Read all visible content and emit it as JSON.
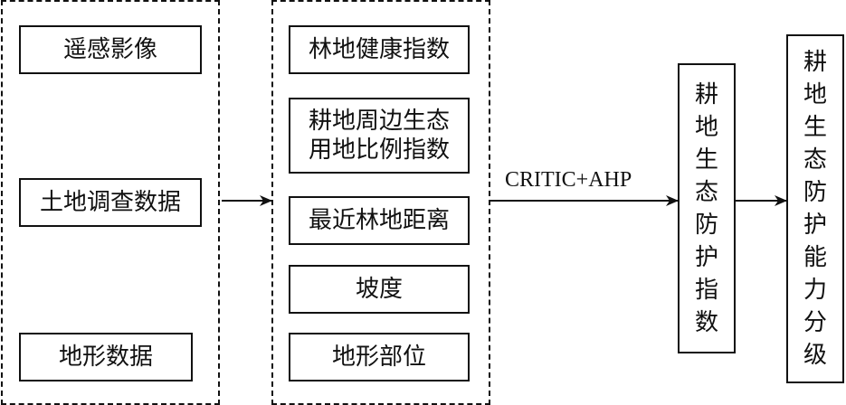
{
  "data_sources": {
    "items": [
      "遥感影像",
      "土地调查数据",
      "地形数据"
    ]
  },
  "indicators": {
    "items": [
      "林地健康指数",
      "耕地周边生态用地比例指数",
      "最近林地距离",
      "坡度",
      "地形部位"
    ],
    "line_break_item": [
      "耕地周边生态",
      "用地比例指数"
    ]
  },
  "method_label": "CRITIC+AHP",
  "index_box": {
    "chars": [
      "耕",
      "地",
      "生",
      "态",
      "防",
      "护",
      "指",
      "数"
    ],
    "text": "耕地生态防护指数"
  },
  "grading_box": {
    "chars": [
      "耕",
      "地",
      "生",
      "态",
      "防",
      "护",
      "能",
      "力",
      "分",
      "级"
    ],
    "text": "耕地生态防护能力分级"
  }
}
